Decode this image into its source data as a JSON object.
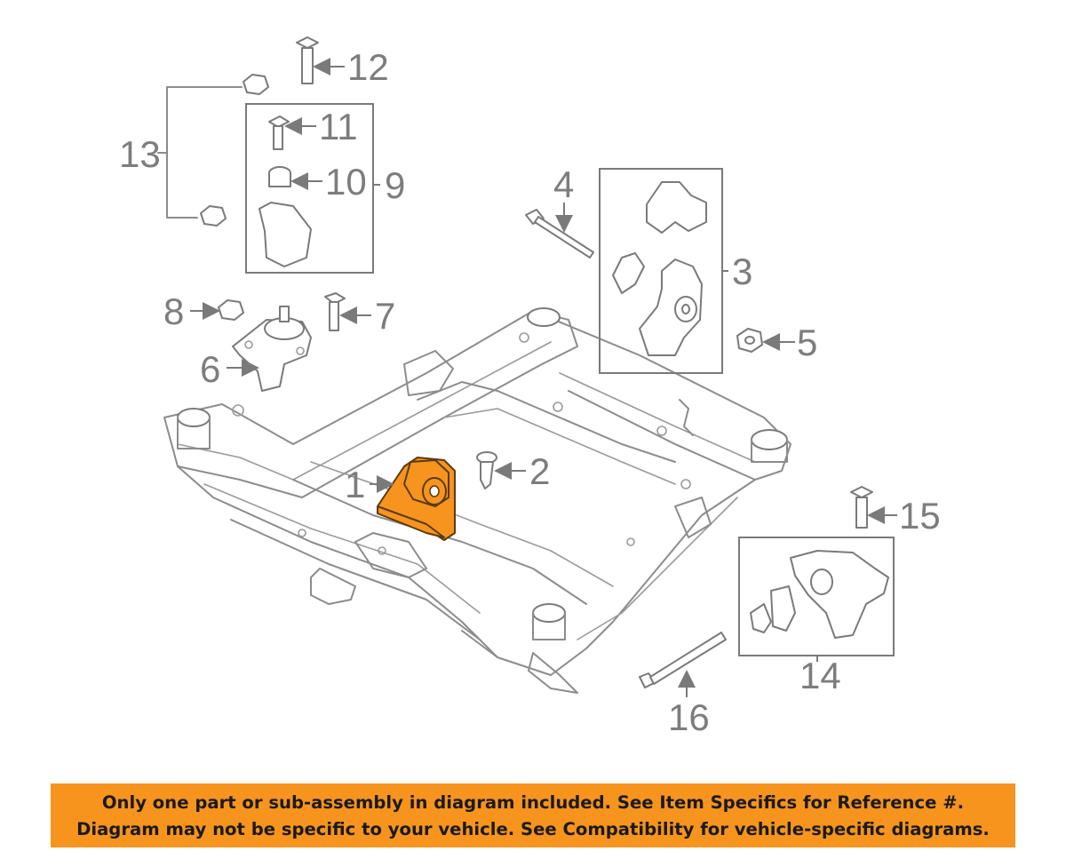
{
  "callouts": {
    "c1": "1",
    "c2": "2",
    "c3": "3",
    "c4": "4",
    "c5": "5",
    "c6": "6",
    "c7": "7",
    "c8": "8",
    "c9": "9",
    "c10": "10",
    "c11": "11",
    "c12": "12",
    "c13": "13",
    "c14": "14",
    "c15": "15",
    "c16": "16"
  },
  "highlight_color": "#f7941d",
  "notice": {
    "line1": "Only one part or sub-assembly in diagram included. See Item Specifics for Reference #.",
    "line2": "Diagram may not be specific to your vehicle. See Compatibility for vehicle-specific diagrams."
  }
}
